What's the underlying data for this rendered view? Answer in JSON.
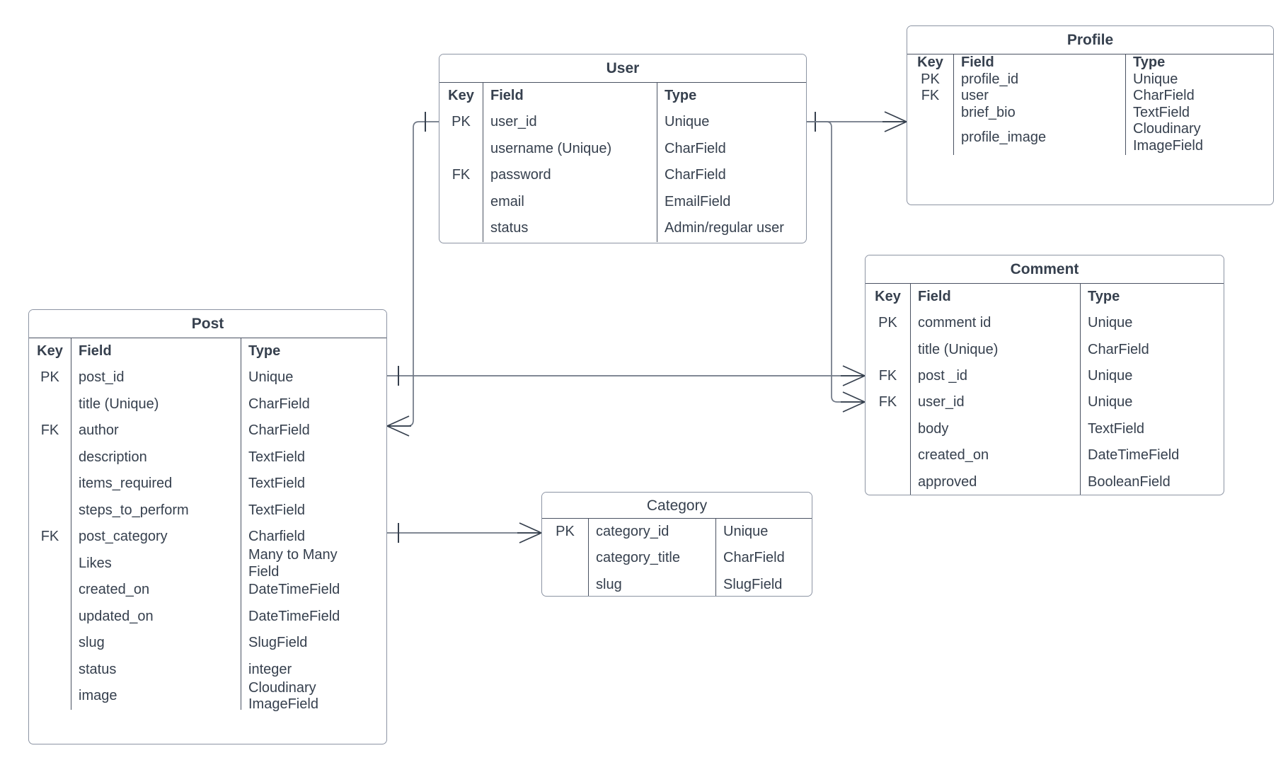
{
  "diagram": {
    "kind": "entity-relationship-diagram",
    "columns": {
      "key": "Key",
      "field": "Field",
      "type": "Type"
    },
    "colors": {
      "line": "#8c94a3",
      "divider": "#4a5262",
      "text": "#36404e",
      "background": "#ffffff"
    }
  },
  "entities": {
    "user": {
      "title": "User",
      "header": {
        "key": "Key",
        "field": "Field",
        "type": "Type"
      },
      "rows": [
        {
          "key": "PK",
          "field": "user_id",
          "type": "Unique"
        },
        {
          "key": "",
          "field": "username (Unique)",
          "type": "CharField"
        },
        {
          "key": "FK",
          "field": "password",
          "type": "CharField"
        },
        {
          "key": "",
          "field": "email",
          "type": "EmailField"
        },
        {
          "key": "",
          "field": "status",
          "type": "Admin/regular user"
        }
      ]
    },
    "profile": {
      "title": "Profile",
      "header": {
        "key": "Key",
        "field": "Field",
        "type": "Type"
      },
      "rows": [
        {
          "key": "PK",
          "field": "profile_id",
          "type": "Unique"
        },
        {
          "key": "FK",
          "field": "user",
          "type": "CharField"
        },
        {
          "key": "",
          "field": "brief_bio",
          "type": "TextField"
        },
        {
          "key": "",
          "field": "profile_image",
          "type": "Cloudinary\nImageField"
        }
      ]
    },
    "comment": {
      "title": "Comment",
      "header": {
        "key": "Key",
        "field": "Field",
        "type": "Type"
      },
      "rows": [
        {
          "key": "PK",
          "field": "comment id",
          "type": "Unique"
        },
        {
          "key": "",
          "field": "title (Unique)",
          "type": "CharField"
        },
        {
          "key": "FK",
          "field": "post _id",
          "type": "Unique"
        },
        {
          "key": "FK",
          "field": "user_id",
          "type": "Unique"
        },
        {
          "key": "",
          "field": "body",
          "type": "TextField"
        },
        {
          "key": "",
          "field": "created_on",
          "type": "DateTimeField"
        },
        {
          "key": "",
          "field": "approved",
          "type": "BooleanField"
        }
      ]
    },
    "post": {
      "title": "Post",
      "header": {
        "key": "Key",
        "field": "Field",
        "type": "Type"
      },
      "rows": [
        {
          "key": "PK",
          "field": "post_id",
          "type": "Unique"
        },
        {
          "key": "",
          "field": "title (Unique)",
          "type": "CharField"
        },
        {
          "key": "FK",
          "field": "author",
          "type": "CharField"
        },
        {
          "key": "",
          "field": "description",
          "type": "TextField"
        },
        {
          "key": "",
          "field": "items_required",
          "type": "TextField"
        },
        {
          "key": "",
          "field": "steps_to_perform",
          "type": "TextField"
        },
        {
          "key": "FK",
          "field": "post_category",
          "type": "Charfield"
        },
        {
          "key": "",
          "field": "Likes",
          "type": "Many to Many\nField"
        },
        {
          "key": "",
          "field": "created_on",
          "type": "DateTimeField"
        },
        {
          "key": "",
          "field": "updated_on",
          "type": "DateTimeField"
        },
        {
          "key": "",
          "field": "slug",
          "type": "SlugField"
        },
        {
          "key": "",
          "field": "status",
          "type": "integer"
        },
        {
          "key": "",
          "field": "image",
          "type": "Cloudinary\nImageField"
        }
      ]
    },
    "category": {
      "title": "Category",
      "rows": [
        {
          "key": "PK",
          "field": "category_id",
          "type": "Unique"
        },
        {
          "key": "",
          "field": "category_title",
          "type": "CharField"
        },
        {
          "key": "",
          "field": "slug",
          "type": "SlugField"
        }
      ]
    }
  },
  "relationships": [
    {
      "name": "user-to-profile",
      "from": "User.user_id",
      "to": "Profile.user",
      "from_cardinality": "one",
      "to_cardinality": "many"
    },
    {
      "name": "user-to-comment",
      "from": "User.user_id",
      "to": "Comment.user_id",
      "from_cardinality": "one",
      "to_cardinality": "many"
    },
    {
      "name": "post-to-comment",
      "from": "Post.post_id",
      "to": "Comment.post _id",
      "from_cardinality": "one",
      "to_cardinality": "many"
    },
    {
      "name": "user-to-post",
      "from": "User.user_id",
      "to": "Post.author",
      "from_cardinality": "one",
      "to_cardinality": "many"
    },
    {
      "name": "post-to-category",
      "from": "Post.post_category",
      "to": "Category.category_id",
      "from_cardinality": "one",
      "to_cardinality": "many"
    }
  ]
}
